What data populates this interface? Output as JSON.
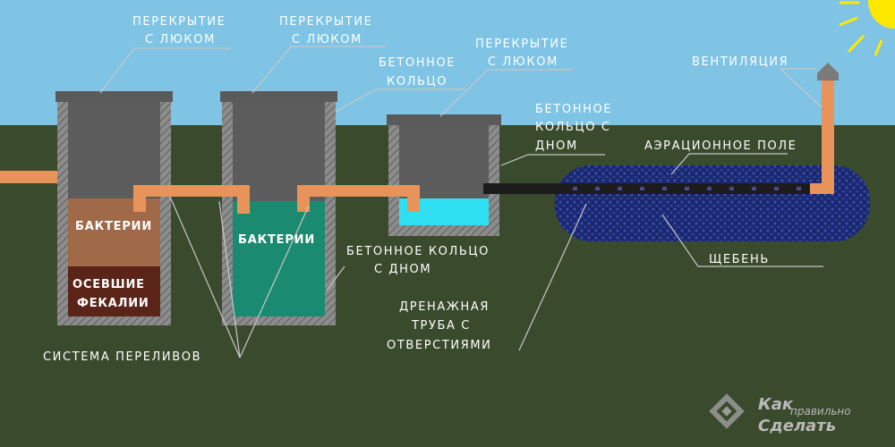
{
  "labels": {
    "cover_hatch_1": [
      "ПЕРЕКРЫТИЕ",
      "С ЛЮКОМ"
    ],
    "cover_hatch_2": [
      "ПЕРЕКРЫТИЕ",
      "С ЛЮКОМ"
    ],
    "cover_hatch_3": [
      "ПЕРЕКРЫТИЕ",
      "С ЛЮКОМ"
    ],
    "concrete_ring": [
      "БЕТОННОЕ",
      "КОЛЬЦО"
    ],
    "concrete_ring_bottom_top": [
      "БЕТОННОЕ",
      "КОЛЬЦО С",
      "ДНОМ"
    ],
    "concrete_ring_bottom_mid": [
      "БЕТОННОЕ КОЛЬЦО",
      "С ДНОМ"
    ],
    "ventilation": "ВЕНТИЛЯЦИЯ",
    "aeration_field": "АЭРАЦИОННОЕ ПОЛЕ",
    "gravel": "ЩЕБЕНЬ",
    "drain_pipe": [
      "ДРЕНАЖНАЯ",
      "ТРУБА С",
      "ОТВЕРСТИЯМИ"
    ],
    "overflow_system": "СИСТЕМА ПЕРЕЛИВОВ"
  },
  "tank_text": {
    "bacteria_1": "БАКТЕРИИ",
    "bacteria_2": "БАКТЕРИИ",
    "settled": [
      "ОСЕВШИЕ",
      "ФЕКАЛИИ"
    ]
  },
  "watermark": {
    "line1": "Как",
    "line2": "правильно",
    "line3": "Сделать"
  },
  "colors": {
    "sky": "#7fc4e4",
    "ground": "#3a4a2c",
    "pipe": "#e8935a",
    "concrete": "#8c8c8c",
    "tank_interior": "#5c5c5c",
    "bacteria_brown": "#a06a48",
    "sediment": "#5a2418",
    "bacteria_green": "#1a8a70",
    "clean_water": "#2fe0f2",
    "gravel_field": "#1c2a72"
  }
}
